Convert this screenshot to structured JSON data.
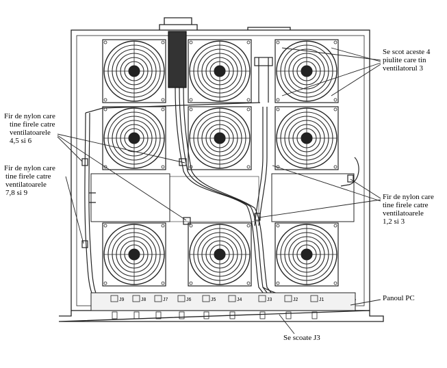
{
  "callouts": {
    "top_right": {
      "lines": [
        "Se scot aceste 4",
        "piulite care tin",
        "ventilatorul 3"
      ]
    },
    "left_upper": {
      "lines": [
        "Fir de nylon care",
        "tine firele catre",
        "ventilatoarele",
        "4,5 si 6"
      ]
    },
    "left_lower": {
      "lines": [
        "Fir de nylon care",
        "tine firele catre",
        "ventilatoarele",
        "7,8 si 9"
      ]
    },
    "right_mid": {
      "lines": [
        "Fir de nylon care",
        "tine firele catre",
        "ventilatoarele",
        "1,2 si 3"
      ]
    },
    "panel": {
      "text": "Panoul PC"
    },
    "bottom": {
      "text": "Se scoate J3"
    }
  },
  "connectors": [
    "J9",
    "J8",
    "J7",
    "J6",
    "J5",
    "J4",
    "J3",
    "J2",
    "J1"
  ],
  "colors": {
    "line": "#222222",
    "background": "#ffffff",
    "fill": "#f2f2f2"
  }
}
